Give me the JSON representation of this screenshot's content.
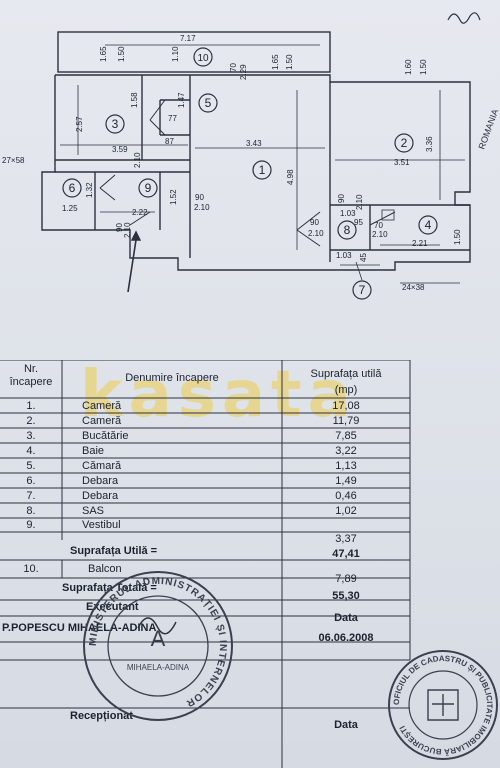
{
  "plan": {
    "room_numbers": [
      "1",
      "2",
      "3",
      "4",
      "5",
      "6",
      "7",
      "8",
      "9",
      "10"
    ],
    "dims": {
      "d717": "7.17",
      "d165a": "1.65",
      "d150a": "1.50",
      "d110": "1.10",
      "d70a": "70",
      "d229": "2.29",
      "d165b": "1.65",
      "d150b": "1.50",
      "d160": "1.60",
      "d150c": "1.50",
      "d257": "2.57",
      "d158": "1.58",
      "d147": "1.47",
      "d77": "77",
      "d359": "3.59",
      "d87": "87",
      "d210a": "2.10",
      "d343": "3.43",
      "d498": "4.98",
      "d351": "3.51",
      "d336": "3.36",
      "d27x58": "27×58",
      "d132": "1.32",
      "d125": "1.25",
      "d222": "2.22",
      "d152": "1.52",
      "d90a": "90",
      "d210b": "2.10",
      "d90b": "90",
      "d210c": "2.10",
      "d90c": "90",
      "d210d": "2.10",
      "d103a": "1.03",
      "d95": "95",
      "d221": "2.21",
      "d150d": "1.50",
      "d90d": "90",
      "d210e": "2.10",
      "d70b": "70",
      "d210f": "2.10",
      "d103b": "1.03",
      "d45": "45",
      "d24x38": "24×38"
    },
    "corner_text": "ROMANIA"
  },
  "watermark": "kasata",
  "table": {
    "headers": {
      "nr": "Nr.",
      "incapere": "încapere",
      "denumire": "Denumire încapere",
      "suprafata": "Suprafața utilă",
      "mp": "(mp)"
    },
    "rows": [
      {
        "nr": "1.",
        "name": "Cameră",
        "value": "17,08"
      },
      {
        "nr": "2.",
        "name": "Cameră",
        "value": "11,79"
      },
      {
        "nr": "3.",
        "name": "Bucătărie",
        "value": "7,85"
      },
      {
        "nr": "4.",
        "name": "Baie",
        "value": "3,22"
      },
      {
        "nr": "5.",
        "name": "Cămară",
        "value": "1,13"
      },
      {
        "nr": "6.",
        "name": "Debara",
        "value": "1,49"
      },
      {
        "nr": "7.",
        "name": "Debara",
        "value": "0,46"
      },
      {
        "nr": "8.",
        "name": "SAS",
        "value": "1,02"
      },
      {
        "nr": "9.",
        "name": "Vestibul",
        "value": "3,37"
      }
    ],
    "util_label": "Suprafața Utilă =",
    "util_value": "47,41",
    "balcon_nr": "10.",
    "balcon_name": "Balcon",
    "balcon_value": "7,89",
    "total_label": "Suprafața Totală =",
    "total_value": "55,30",
    "executant_label": "Executant",
    "executant_name": "P.POPESCU MIHAELA-ADINA",
    "data_label": "Data",
    "date_value": "06.06.2008",
    "receptionat_label": "Recepționat",
    "data_label2": "Data"
  },
  "stamp_left": {
    "ring": "MINISTERUL ADMINISTRAȚIEI ȘI INTERNELOR",
    "center": "MIHAELA-ADINA",
    "letter": "A"
  },
  "stamp_right": {
    "ring": "OFICIUL DE CADASTRU ȘI PUBLICITATE IMOBILIARĂ BUCUREȘTI"
  }
}
